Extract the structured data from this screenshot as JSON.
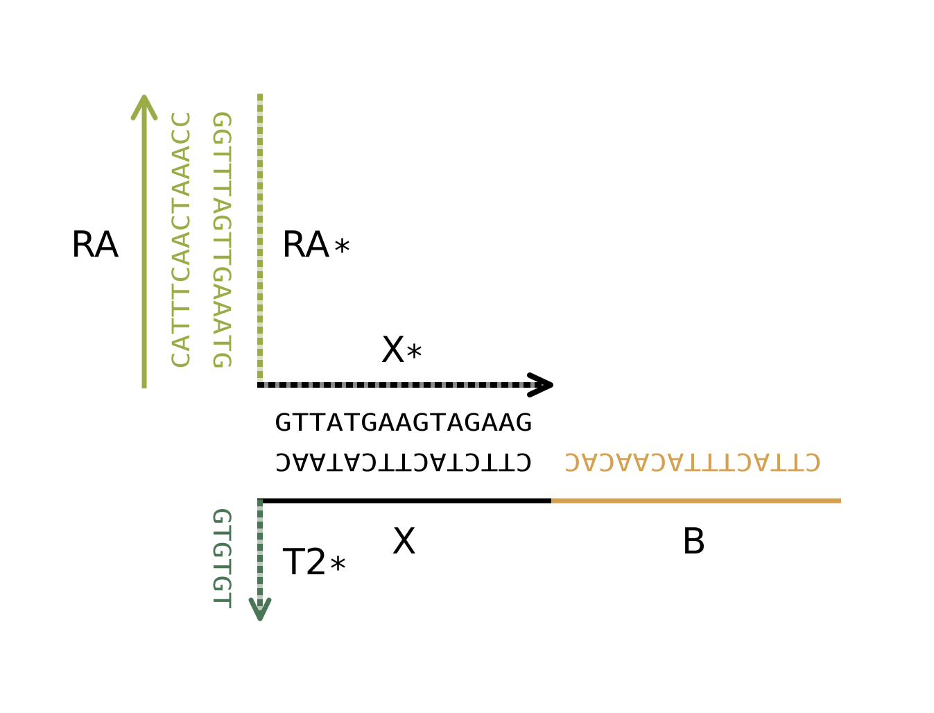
{
  "labels": {
    "ra": "RA",
    "ra_star": "RA",
    "x_star": "X",
    "t2_star": "T2",
    "x": "X",
    "b": "B",
    "star": "*"
  },
  "sequences": {
    "ra_strand": "CATTTCAACTAAACC",
    "ra_star_strand": "GGTTTAGTTGAAATG",
    "x_star_strand": "GTTATGAAGTAGAAG",
    "x_strand": "CTTCTACTTCATAAC",
    "b_strand": "CTTACTTTACAACAC",
    "t2_star_strand": "GTGTGT"
  },
  "colors": {
    "ra": "#9aac47",
    "ra_star": "#9aac47",
    "x": "#000000",
    "b": "#d4a052",
    "t2": "#4a7556",
    "dash_light": "#d9dfc6",
    "x_dash_light": "#888888",
    "t2_dash_light": "#b9c9bc"
  }
}
